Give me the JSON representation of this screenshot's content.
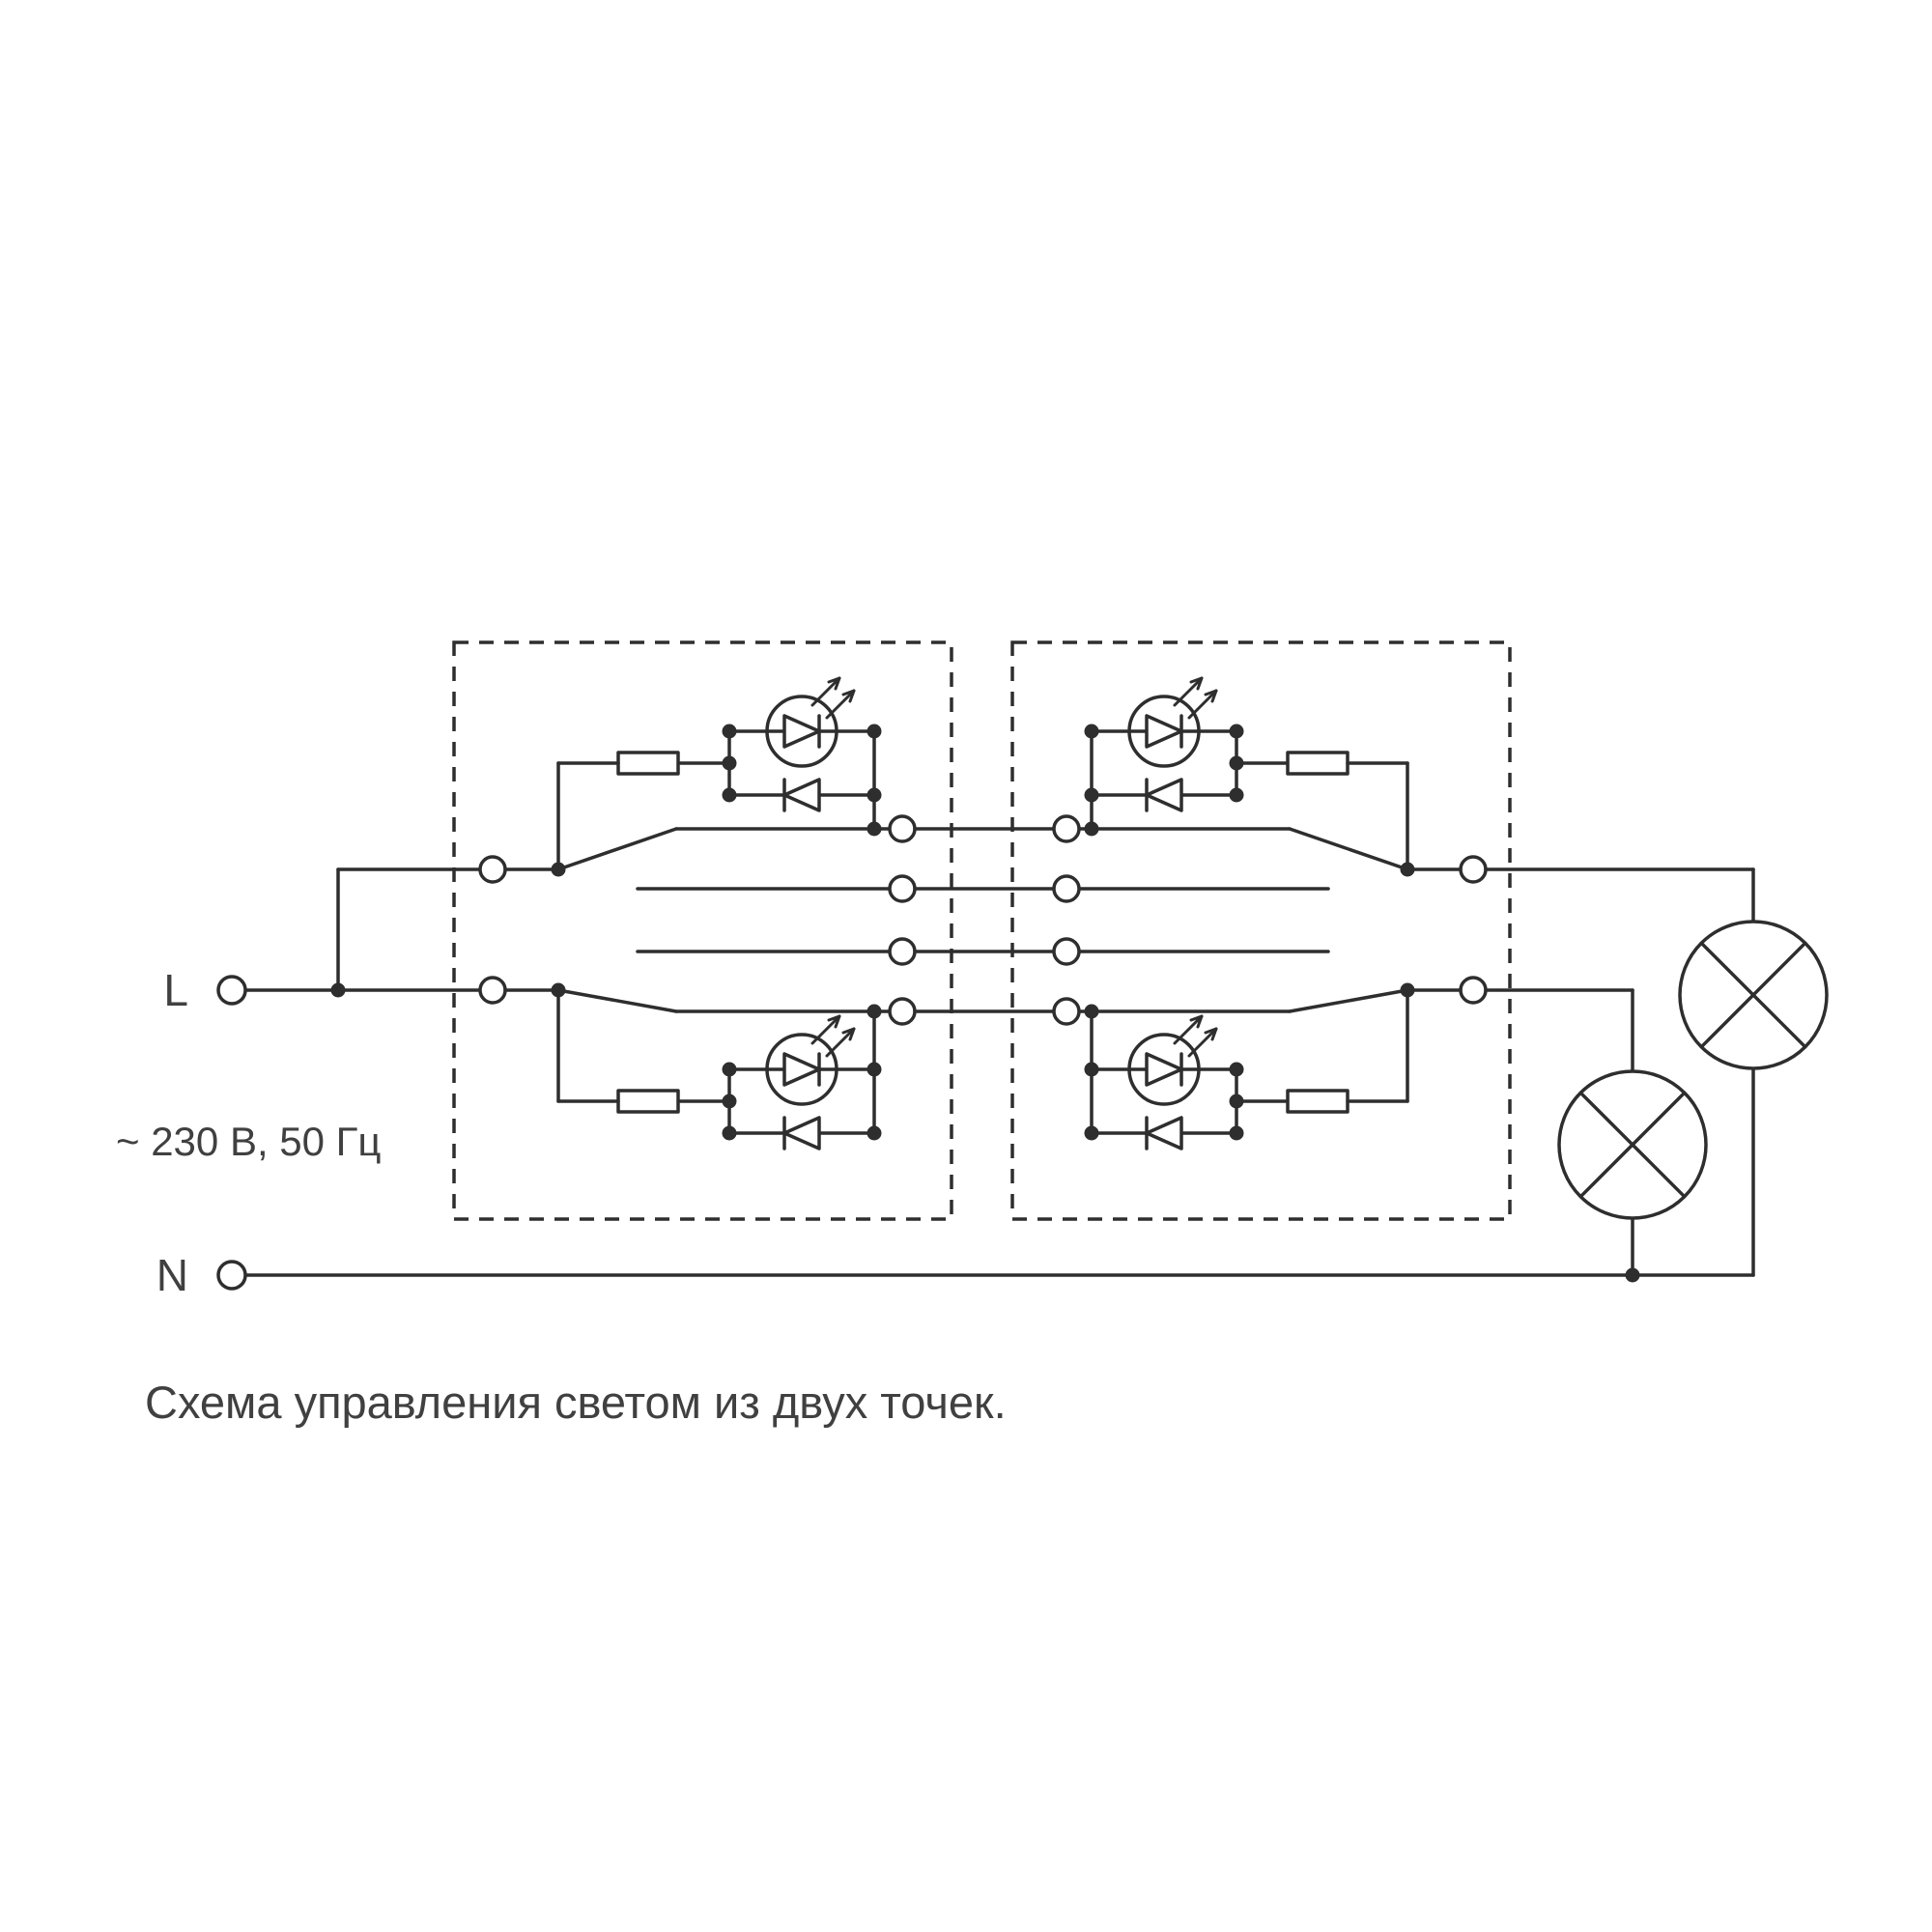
{
  "labels": {
    "live": "L",
    "neutral": "N",
    "voltage": "~ 230 В, 50 Гц"
  },
  "caption": "Схема управления светом из двух точек.",
  "colors": {
    "background": "#ffffff",
    "line": "#2e2e2e",
    "text": "#404040"
  }
}
